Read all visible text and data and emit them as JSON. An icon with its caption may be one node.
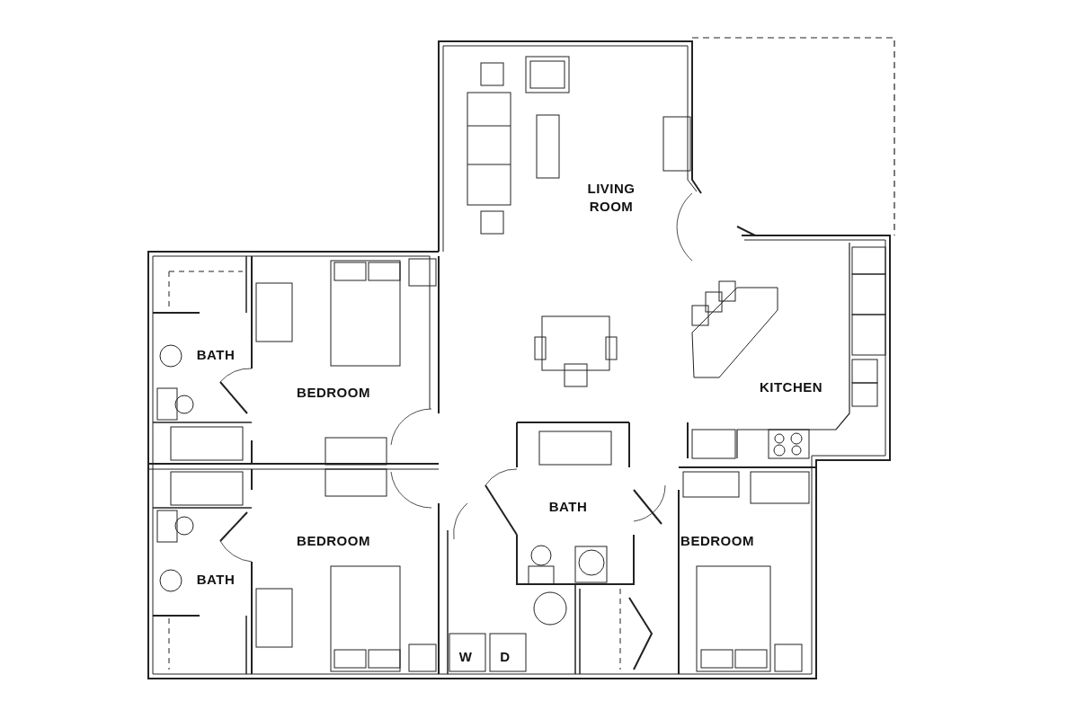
{
  "diagram": {
    "labels": [
      "LIVING ROOM",
      "BATH",
      "BEDROOM",
      "KITCHEN",
      "BATH",
      "BEDROOM",
      "BEDROOM",
      "BATH",
      "W",
      "D"
    ]
  }
}
